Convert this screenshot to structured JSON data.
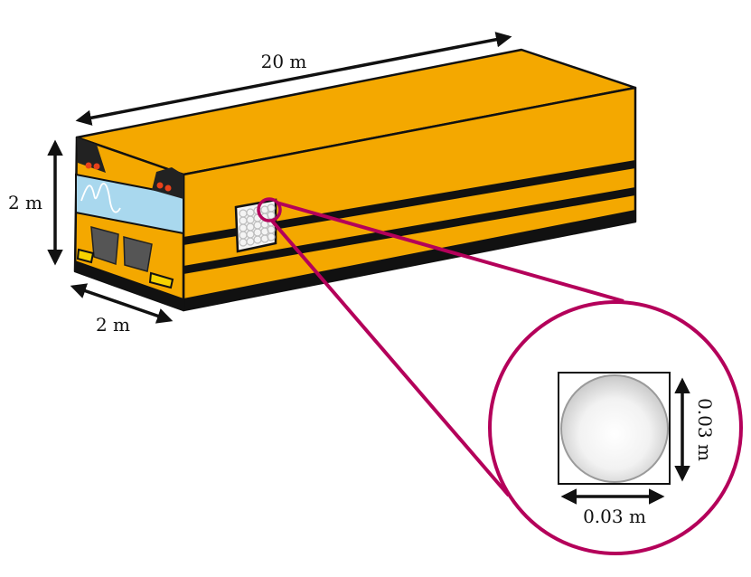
{
  "diagram": {
    "dimensions": {
      "length": "20 m",
      "height": "2 m",
      "width": "2 m"
    },
    "detail_dimensions": {
      "width": "0.03 m",
      "height": "0.03 m"
    },
    "colors": {
      "bus_body": "#F4A800",
      "bus_outline": "#111111",
      "windshield": "#A9D8EE",
      "callout": "#B4005A",
      "sphere": "#E6E6E6",
      "lights": "#E8411A"
    }
  }
}
